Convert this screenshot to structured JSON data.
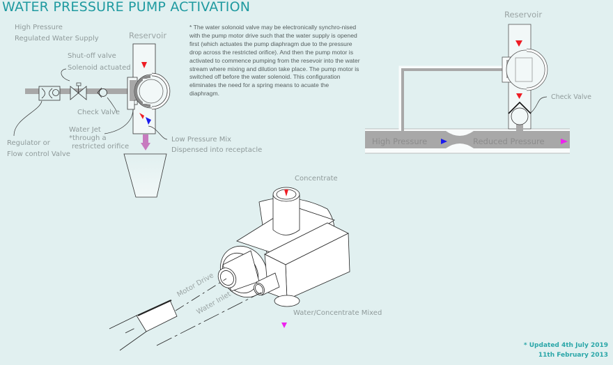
{
  "title": "WATER PRESSURE PUMP ACTIVATION",
  "left_diagram": {
    "supply_line1": "High Pressure",
    "supply_line2": "Regulated Water Supply",
    "reservoir": "Reservoir",
    "shutoff_line1": "Shut-off valve",
    "shutoff_line2": "Solenoid actuated",
    "check_valve": "Check Valve",
    "water_jet_line1": "Water Jet",
    "water_jet_line2": "*through a",
    "water_jet_line3": "restricted orifice",
    "regulator_line1": "Regulator or",
    "regulator_line2": "Flow control Valve",
    "low_pressure_line1": "Low Pressure Mix",
    "low_pressure_line2": "Dispensed into receptacle"
  },
  "note": "* The water solonoid valve may be electronically synchro-nised with the pump motor drive such that the water supply is opened first (which actuates the pump diaphragm due to the pressure drop across the restricted orifice). And then the pump motor is activated to commence pumping from the resevoir into the water stream where mixing and dilution take place. The pump motor is switched off before the water solenoid. This configuration eliminates the need for a spring means to acuate the diaphragm.",
  "right_diagram": {
    "reservoir": "Reservoir",
    "check_valve": "Check Valve",
    "high_pressure": "High Pressure",
    "reduced_pressure": "Reduced Pressure"
  },
  "pump_diagram": {
    "concentrate": "Concentrate",
    "motor_drive": "Motor Drive",
    "water_inlet": "Water Inlet",
    "mixed": "Water/Concentrate Mixed"
  },
  "footer": {
    "updated": "* Updated 4th July 2019",
    "original": "11th February 2013"
  },
  "colors": {
    "background": "#e1f0f0",
    "title": "#1f9aa0",
    "arrow_red": "#ee1c24",
    "arrow_blue": "#1a1aee",
    "arrow_magenta": "#ee22ee",
    "flow_purple": "#c77bbf",
    "pipe_grey": "#a8a8a8"
  }
}
